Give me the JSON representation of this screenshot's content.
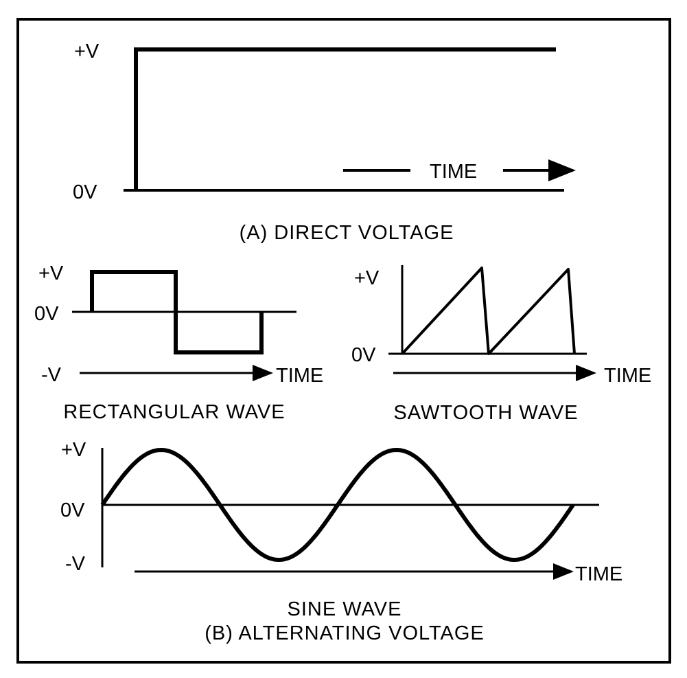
{
  "direct": {
    "plus_v": "+V",
    "zero_v": "0V",
    "time": "TIME",
    "caption": "(A) DIRECT VOLTAGE"
  },
  "rectangular": {
    "plus_v": "+V",
    "zero_v": "0V",
    "minus_v": "-V",
    "time": "TIME",
    "caption": "RECTANGULAR WAVE"
  },
  "sawtooth": {
    "plus_v": "+V",
    "zero_v": "0V",
    "time": "TIME",
    "caption": "SAWTOOTH WAVE"
  },
  "sine": {
    "plus_v": "+V",
    "zero_v": "0V",
    "minus_v": "-V",
    "time": "TIME",
    "caption": "SINE WAVE"
  },
  "bottom_caption": "(B) ALTERNATING VOLTAGE"
}
